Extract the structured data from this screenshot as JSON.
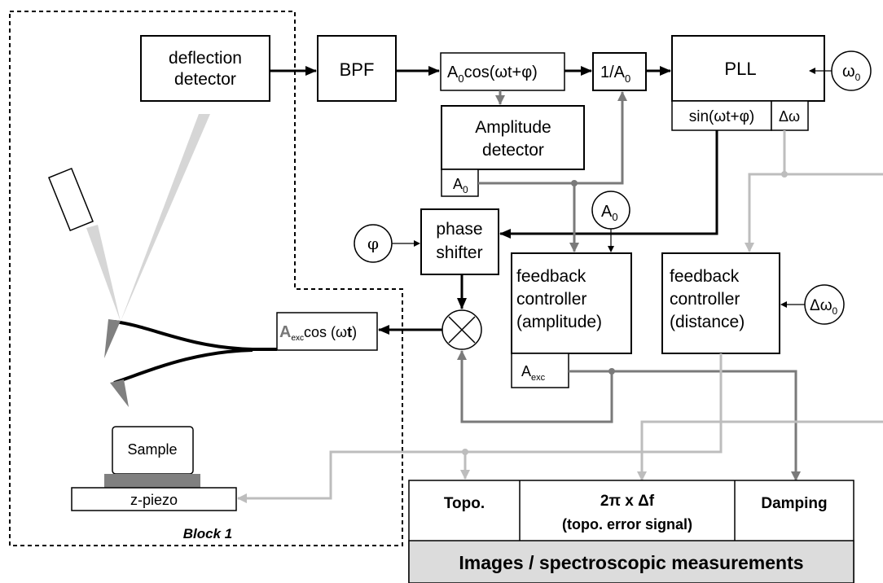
{
  "blocks": {
    "deflection_detector": [
      "deflection",
      "detector"
    ],
    "bpf": "BPF",
    "amp_signal": {
      "base": "A",
      "sub": "0",
      "rest": "cos(ωt+φ)"
    },
    "inv_amp": {
      "text": "1/A",
      "sub": "0"
    },
    "pll": "PLL",
    "omega0": {
      "base": "ω",
      "sub": "0"
    },
    "pll_sin": "sin(ωt+φ)",
    "pll_domega": "Δω",
    "amplitude_detector": [
      "Amplitude",
      "detector"
    ],
    "amp_det_out": {
      "base": "A",
      "sub": "0"
    },
    "a0_setpoint": {
      "base": "A",
      "sub": "0"
    },
    "phi_input": "φ",
    "phase_shifter": [
      "phase",
      "shifter"
    ],
    "fb_amplitude": [
      "feedback",
      "controller",
      "(amplitude)"
    ],
    "fb_amp_out": {
      "base": "A",
      "sub": "exc"
    },
    "fb_distance": [
      "feedback",
      "controller",
      "(distance)"
    ],
    "domega0": {
      "base": "Δω",
      "sub": "0"
    },
    "multiplier": "×",
    "excitation": {
      "base": "A",
      "sub": "exc",
      "mid": "cos (ω",
      "bold_t": "t",
      "end": ")"
    },
    "sample": "Sample",
    "zpiezo": "z-piezo",
    "block_label": "Block 1"
  },
  "table": {
    "topo": "Topo.",
    "freq": [
      "2π x Δf",
      "(topo. error signal)"
    ],
    "damping": "Damping",
    "footer": "Images / spectroscopic measurements"
  },
  "colors": {
    "black": "#000000",
    "signal_dark_gray": "#7a7a7a",
    "signal_light_gray": "#bdbdbd",
    "laser": "#d6d6d6",
    "sample_base": "#808080",
    "footer_bg": "#dcdcdc"
  }
}
